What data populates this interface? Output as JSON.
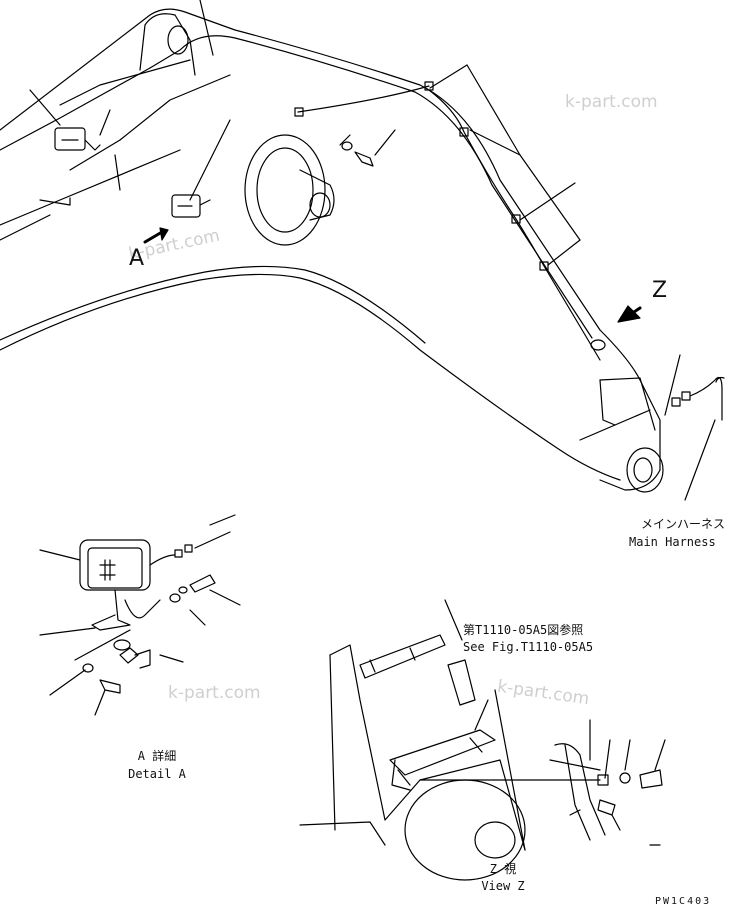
{
  "labels": {
    "view_letter_z": "Z",
    "view_letter_a": "A",
    "main_harness_jp": "メインハーネス",
    "main_harness_en": "Main Harness",
    "see_fig_jp": "第T1110-05A5図参照",
    "see_fig_en": "See Fig.T1110-05A5",
    "detail_a_jp": "A 詳細",
    "detail_a_en": "Detail A",
    "view_z_jp": "Z 視",
    "view_z_en": "View Z",
    "drawing_code": "PW1C403"
  },
  "watermarks": [
    "k-part.com",
    "k-part.com",
    "k-part.com",
    "k-part.com"
  ],
  "colors": {
    "line": "#000000",
    "watermark": "#cfcfcf",
    "background": "#ffffff"
  }
}
